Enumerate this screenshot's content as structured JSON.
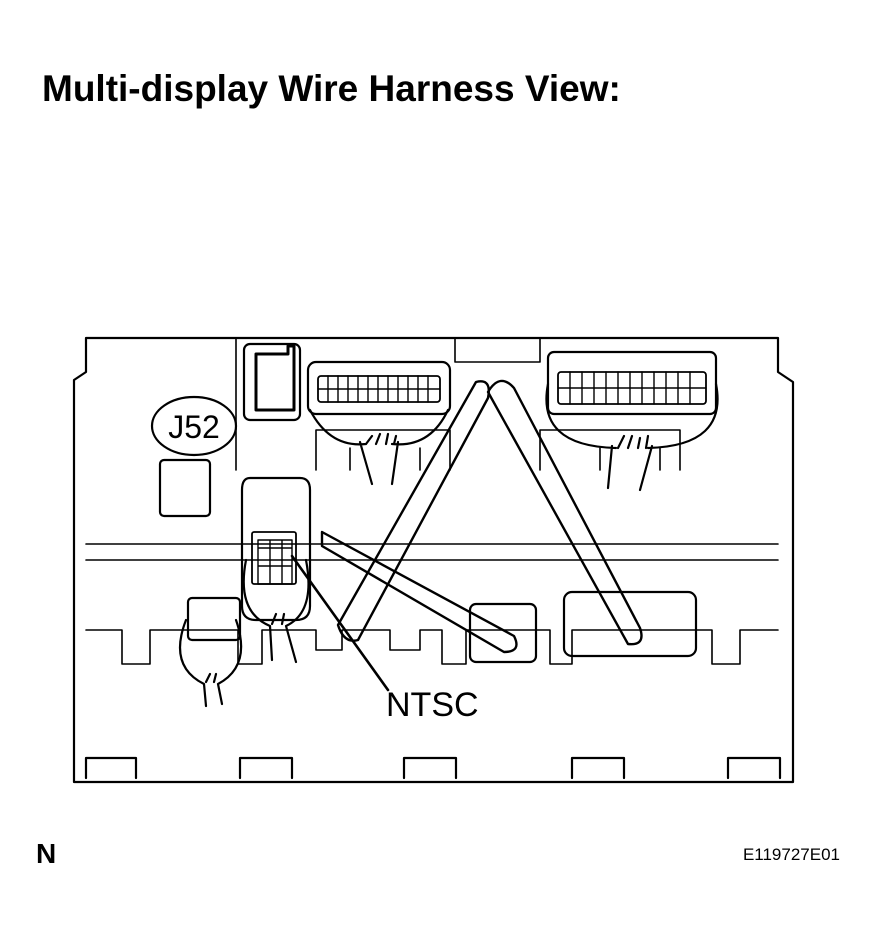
{
  "title": "Multi-display Wire Harness View:",
  "connector_id": "J52",
  "callout_label": "NTSC",
  "corner_mark": "N",
  "figure_code": "E119727E01"
}
